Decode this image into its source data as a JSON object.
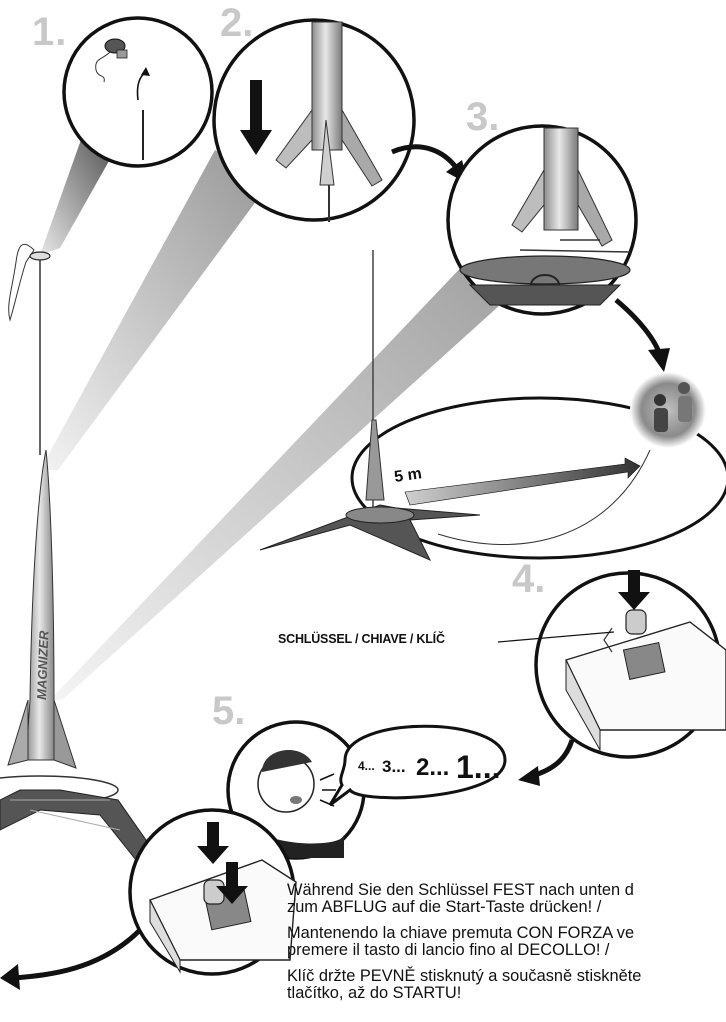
{
  "steps": [
    "1.",
    "2.",
    "3.",
    "4.",
    "5."
  ],
  "distance_label": "5 m",
  "key_label": "SCHLÜSSEL / CHIAVE / KLÍČ",
  "countdown": {
    "n4": "4...",
    "n3": "3...",
    "n2": "2...",
    "n1": "1..."
  },
  "rocket_name": "MAGNIZER",
  "instructions": [
    {
      "line1": "Während Sie den Schlüssel FEST nach unten d",
      "line2": "zum ABFLUG auf die Start-Taste drücken! /"
    },
    {
      "line1": "Mantenendo la chiave premuta CON FORZA ve",
      "line2": "premere il tasto di lancio fino al DECOLLO! /"
    },
    {
      "line1": "Klíč držte PEVNĚ stisknutý a současně stiskněte",
      "line2": "tlačítko, až do STARTU!"
    }
  ],
  "colors": {
    "callout_gray": "#c8c8c8",
    "line": "#111111",
    "metal": "#b9b9b9"
  }
}
